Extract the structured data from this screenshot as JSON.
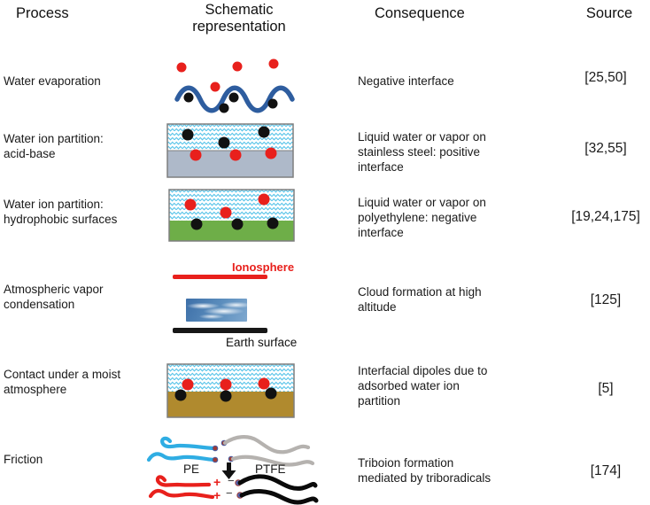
{
  "figure": {
    "headers": {
      "process": "Process",
      "schematic": "Schematic representation",
      "consequence": "Consequence",
      "source": "Source"
    },
    "rows": [
      {
        "process": "Water evaporation",
        "schematic": "water-surface-wave-with-positive-ions-above-negative-ions-below",
        "consequence": "Negative interface",
        "source": "[25,50]"
      },
      {
        "process": "Water ion partition:\nacid-base",
        "schematic": "water-over-stainless-steel-negative-ions-in-water-positive-ions-at-steel-interface",
        "consequence": "Liquid water or vapor on\nstainless steel: positive\ninterface",
        "source": "[32,55]"
      },
      {
        "process": "Water ion partition:\nhydrophobic surfaces",
        "schematic": "water-over-polyethylene-positive-ions-in-water-negative-ions-at-interface",
        "consequence": "Liquid water or vapor on\npolyethylene: negative\ninterface",
        "source": "[19,24,175]"
      },
      {
        "process": "Atmospheric vapor\ncondensation",
        "schematic": "ionosphere-cloud-earth-surface-diagram",
        "consequence": "Cloud formation at high\naltitude",
        "source": "[125]",
        "labels": {
          "ionosphere": "Ionosphere",
          "earth_surface": "Earth surface"
        }
      },
      {
        "process": "Contact under a moist\natmosphere",
        "schematic": "adsorbed-water-film-over-solid-with-ion-pairs-at-interface",
        "consequence": "Interfacial dipoles due to\nadsorbed water ion\npartition",
        "source": "[5]"
      },
      {
        "process": "Friction",
        "schematic": "pe-and-ptfe-polymer-chains-forming-charged-triboradical-fragments",
        "consequence": "Triboion formation\nmediated by triboradicals",
        "source": "[174]",
        "labels": {
          "pe": "PE",
          "ptfe": "PTFE",
          "plus": "+",
          "minus": "−"
        }
      }
    ],
    "colors": {
      "positive_ion": "#E8201C",
      "negative_ion": "#111111",
      "water_wave_blue": "#2E5D9F",
      "water_pattern_blue": "#54C2E8",
      "stainless_steel_gray": "#AEB9C9",
      "polyethylene_green": "#6EAE48",
      "solid_brown": "#B08A2E",
      "pe_chain_cyan": "#2FADE3",
      "ptfe_chain_gray": "#B5B2AF",
      "ionosphere_red": "#E8201C"
    }
  }
}
